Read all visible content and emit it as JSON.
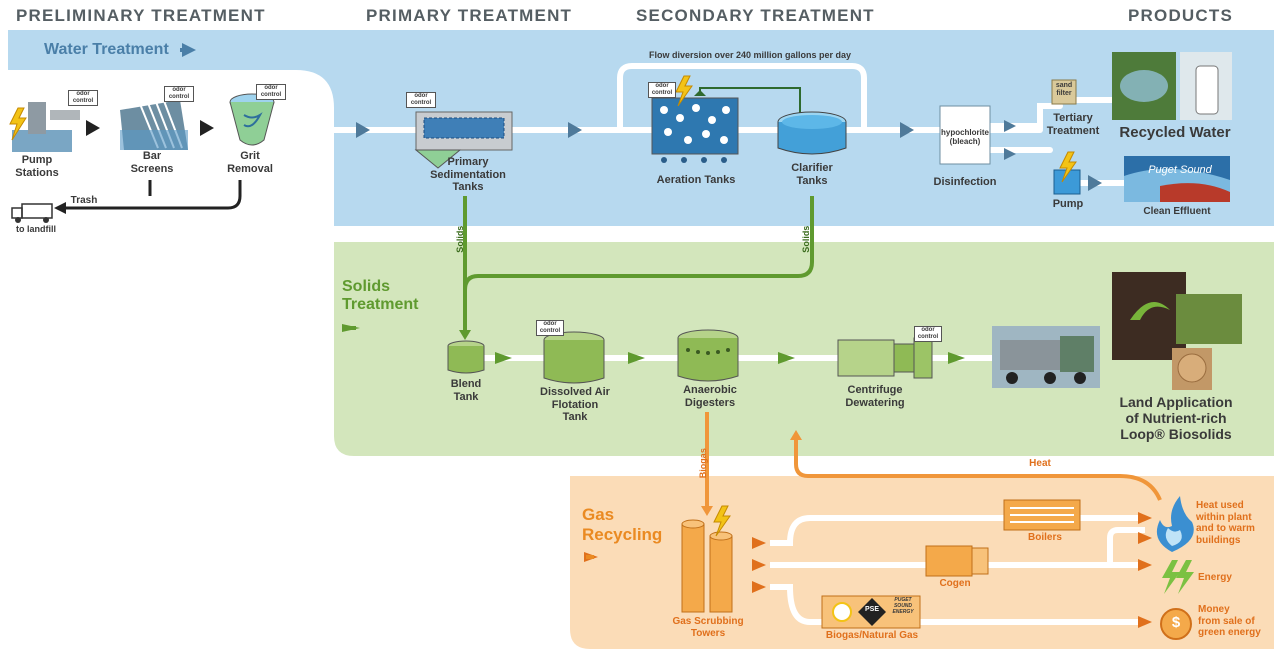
{
  "headers": {
    "preliminary": "PRELIMINARY TREATMENT",
    "primary": "PRIMARY TREATMENT",
    "secondary": "SECONDARY TREATMENT",
    "products": "PRODUCTS"
  },
  "water": {
    "title": "Water Treatment",
    "flow_diversion": "Flow diversion over 240 million gallons per day",
    "pump_stations": "Pump\nStations",
    "bar_screens": "Bar\nScreens",
    "grit_removal": "Grit\nRemoval",
    "trash": "Trash",
    "to_landfill": "to landfill",
    "primary_sed": "Primary\nSedimentation\nTanks",
    "aeration": "Aeration Tanks",
    "clarifier": "Clarifier\nTanks",
    "hypochlorite": "hypochlorite\n(bleach)",
    "disinfection": "Disinfection",
    "sand_filter": "sand\nfilter",
    "tertiary": "Tertiary\nTreatment",
    "recycled_water": "Recycled Water",
    "pump": "Pump",
    "puget_sound": "Puget Sound",
    "clean_effluent": "Clean Effluent",
    "odor_control": "odor\ncontrol",
    "solids_left": "Solids",
    "solids_right": "Solids"
  },
  "solids": {
    "title": "Solids\nTreatment",
    "blend_tank": "Blend\nTank",
    "daf": "Dissolved Air\nFlotation\nTank",
    "digesters": "Anaerobic\nDigesters",
    "centrifuge": "Centrifuge\nDewatering",
    "land_application": "Land Application\nof Nutrient-rich\nLoop® Biosolids"
  },
  "gas": {
    "title": "Gas\nRecycling",
    "biogas": "Biogas",
    "heat": "Heat",
    "towers": "Gas Scrubbing\nTowers",
    "boilers": "Boilers",
    "cogen": "Cogen",
    "biogas_natural": "Biogas/Natural Gas",
    "pse": "PSE",
    "pse_name": "PUGET\nSOUND\nENERGY",
    "heat_used": "Heat used\nwithin plant\nand to warm\nbuildings",
    "energy": "Energy",
    "money": "Money\nfrom sale of\ngreen energy",
    "dollar": "$"
  },
  "colors": {
    "water_band": "#b7d9ef",
    "solids_band": "#d3e6bc",
    "gas_band": "#fbdcb7",
    "water_title": "#4a7fa8",
    "solids_title": "#5f9a2f",
    "gas_title": "#ea8a22",
    "water_arrow": "#4f7a9a",
    "solids_arrow": "#5f9a2f",
    "gas_arrow": "#e0701c"
  }
}
